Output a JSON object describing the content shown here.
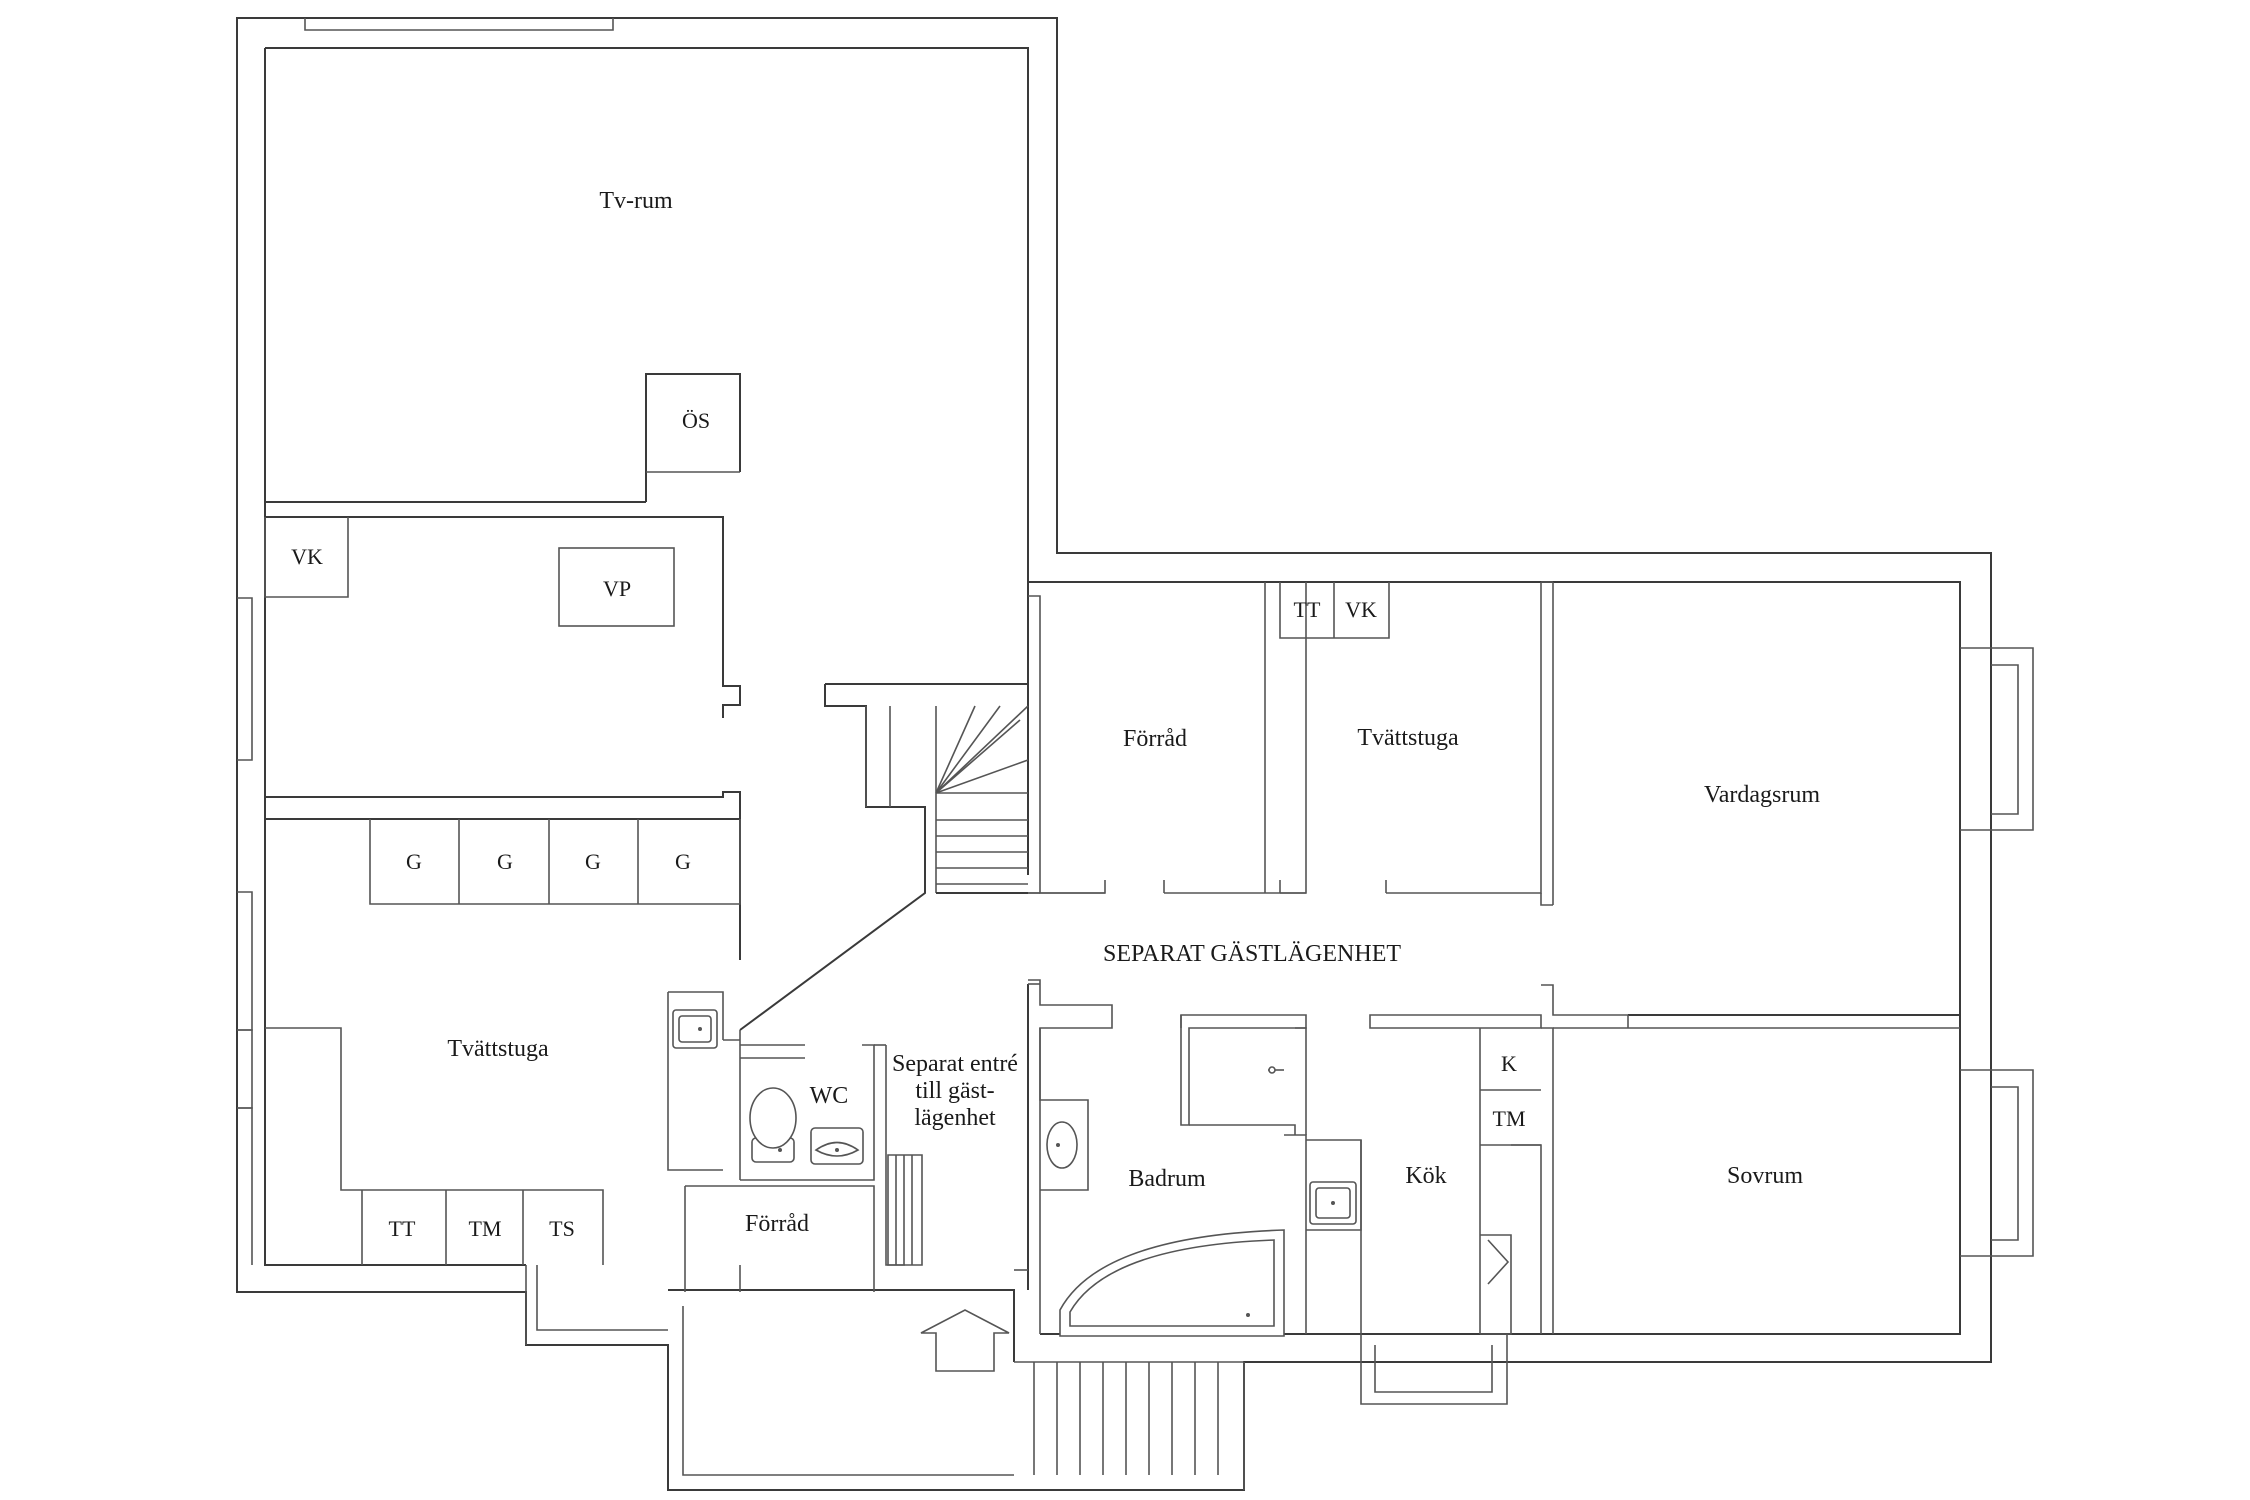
{
  "plan": {
    "rooms": {
      "tv_rum": "Tv-rum",
      "os": "ÖS",
      "vk_left": "VK",
      "vp": "VP",
      "g1": "G",
      "g2": "G",
      "g3": "G",
      "g4": "G",
      "tvattstuga_left": "Tvättstuga",
      "tt_left": "TT",
      "tm_left": "TM",
      "ts_left": "TS",
      "wc": "WC",
      "separat_entre_line1": "Separat entré",
      "separat_entre_line2": "till gäst-",
      "separat_entre_line3": "lägenhet",
      "forrad_bottom": "Förråd",
      "forrad_top": "Förråd",
      "tt_right": "TT",
      "vk_right": "VK",
      "tvattstuga_right": "Tvättstuga",
      "vardagsrum": "Vardagsrum",
      "separat_gastlagenhet": "SEPARAT GÄSTLÄGENHET",
      "badrum": "Badrum",
      "kok": "Kök",
      "k": "K",
      "tm_kitchen": "TM",
      "sovrum": "Sovrum"
    }
  }
}
